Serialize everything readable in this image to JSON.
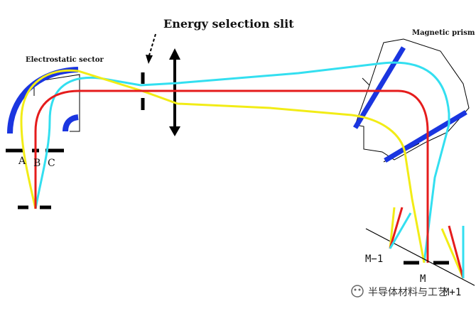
{
  "labels": {
    "energy_slit": "Energy selection slit",
    "electrostatic_sector": "Electrostatic sector",
    "magnetic_prism": "Magnetic prism",
    "a": "A",
    "b": "B",
    "c": "C",
    "m_minus_1": "M−1",
    "m": "M",
    "m_plus_1": "M+1"
  },
  "watermark": {
    "text": "半导体材料与工艺"
  },
  "colors": {
    "electrode": "#1a35e0",
    "beam_red": "#e51c1c",
    "beam_yellow": "#f2ec16",
    "beam_cyan": "#33dff0",
    "line": "#000000"
  }
}
